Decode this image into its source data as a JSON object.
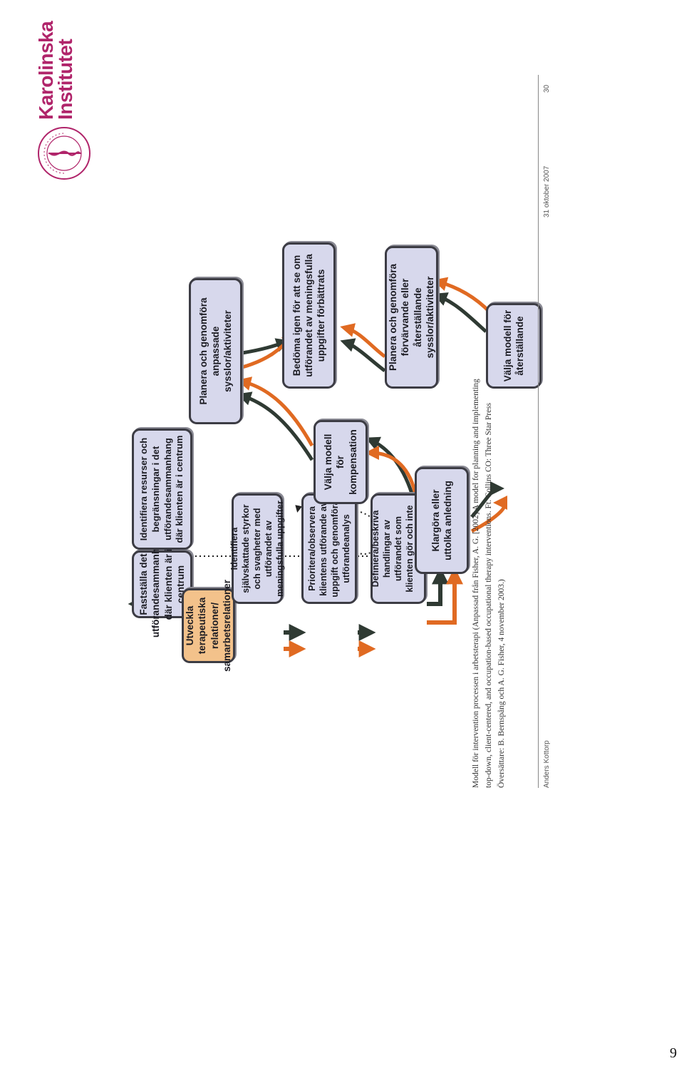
{
  "logo": {
    "line1": "Karolinska",
    "line2": "Institutet",
    "seal_text": "INSTITUTET · KAROLINSKA · ANNO 1810"
  },
  "boxes": {
    "fastst": "Fastställa det utförandesammanhang där klienten är i centrum",
    "identifiera_resurser": "Identifiera resurser och begränsningar i det utförandesammanhang där klienten är i centrum",
    "utveckla": "Utveckla terapeutiska relationer/ samarbetsrelationer",
    "identifiera_styrkor": "Identifiera självskattade styrkor och svagheter med utförandet av meningsfulla uppgifter",
    "prioritera": "Prioritera/observera klientens utförande av uppgift och genomföra utförandeanalys",
    "definiera": "Definiera/beskriva handlingar av utförandet som klienten gör och inte gör effektivt",
    "klargora": "Klargöra eller uttolka anledning",
    "valja_komp": "Välja modell för kompensation",
    "valja_ater": "Välja modell för återställande",
    "planera_anpassade": "Planera och genomföra anpassade sysslor/aktiviteter",
    "planera_ater": "Planera och genomföra förvärvande eller återställande sysslor/aktiviteter",
    "bedoma": "Bedöma igen för att se om utförandet av meningsfulla uppgifter förbättrats"
  },
  "caption": {
    "line1": "Modell för intervention processen i arbetsterapi (Anpassad från Fisher, A. G. [2002] A model for planning and implementing",
    "line2": "top-down, client-centered, and occupation-based occupational therapy interventions. Ft. Collins CO: Three Star Press",
    "line3": "Översättare: B. Bernspång och A. G. Fisher, 4 november 2003.)"
  },
  "footer": {
    "author": "Anders Kottorp",
    "date": "31 oktober 2007",
    "slide_number": "30"
  },
  "page_number": "9",
  "colors": {
    "box_fill": "#d7d8ec",
    "orange_box_fill": "#f3c28b",
    "arrow_dark": "#2f3a33",
    "arrow_orange": "#e06a22",
    "logo": "#b0246a"
  }
}
